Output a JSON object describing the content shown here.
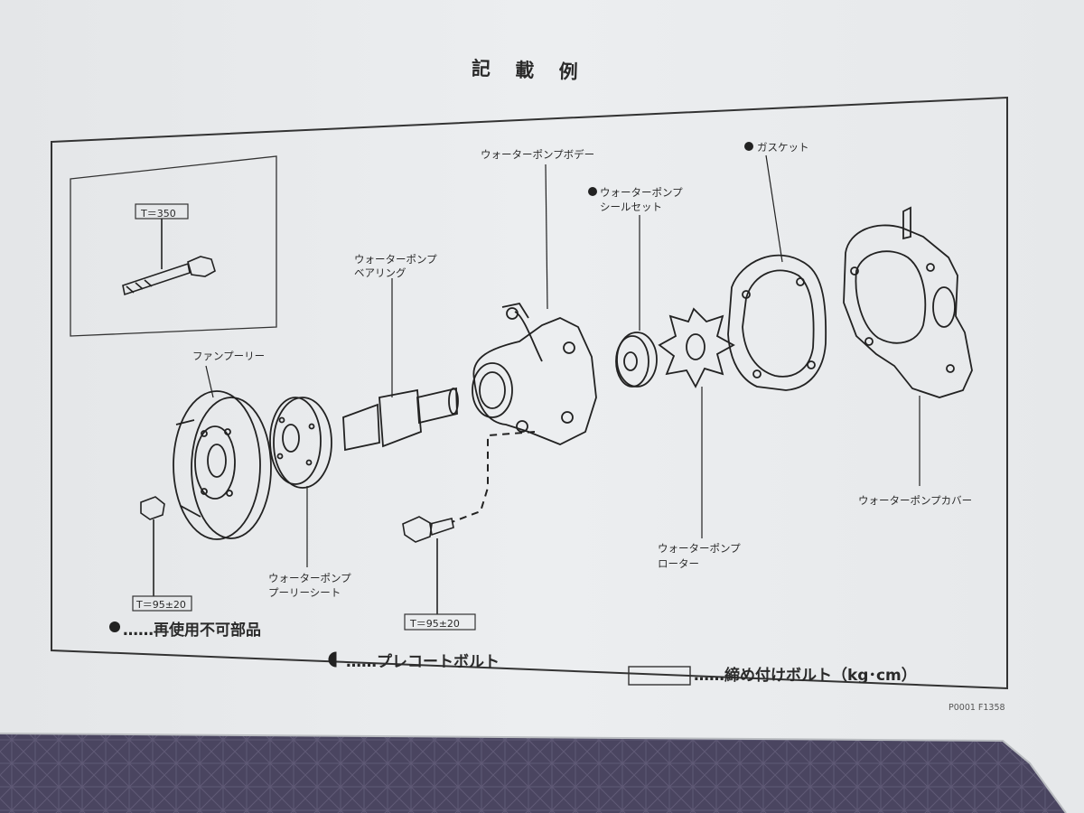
{
  "title": "記 載 例",
  "labels": {
    "fan_pulley": "ファンプーリー",
    "bearing": "ウォーターポンプ\nベアリング",
    "bearing_l1": "ウォーターポンプ",
    "bearing_l2": "ベアリング",
    "pump_body": "ウォーターポンプボデー",
    "seal_set_l1": "ウォーターポンプ",
    "seal_set_l2": "シールセット",
    "gasket": "ガスケット",
    "pulley_seat_l1": "ウォーターポンプ",
    "pulley_seat_l2": "プーリーシート",
    "rotor_l1": "ウォーターポンプ",
    "rotor_l2": "ローター",
    "pump_cover": "ウォーターポンプカバー"
  },
  "torque": {
    "inset": "T＝350",
    "left_bolt": "T＝95±20",
    "center_bolt": "T＝95±20"
  },
  "legend": {
    "non_reusable": "……再使用不可部品",
    "precoat": "……プレコートボルト",
    "tighten": "……締め付けボルト（kg･cm）"
  },
  "page_code": "P0001  F1358"
}
